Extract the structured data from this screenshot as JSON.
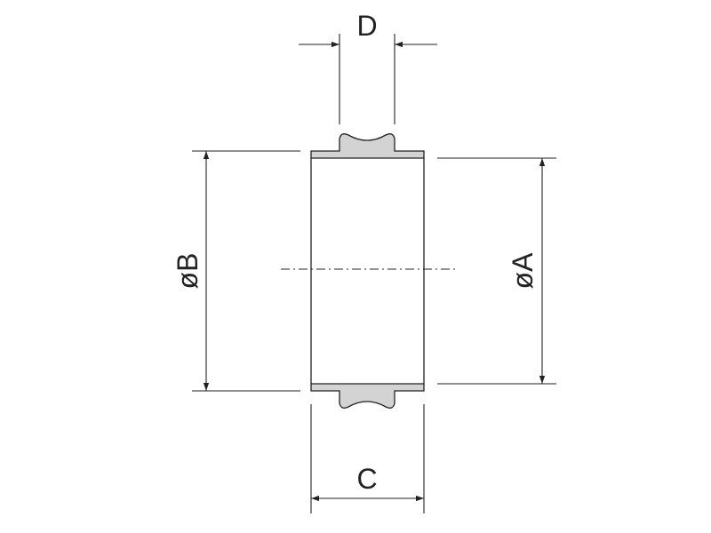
{
  "dimensions": {
    "D": "D",
    "C": "C",
    "B": "øB",
    "A": "øA"
  },
  "colors": {
    "line": "#222222",
    "flange_fill": "#d3d3d3",
    "background": "#ffffff"
  }
}
